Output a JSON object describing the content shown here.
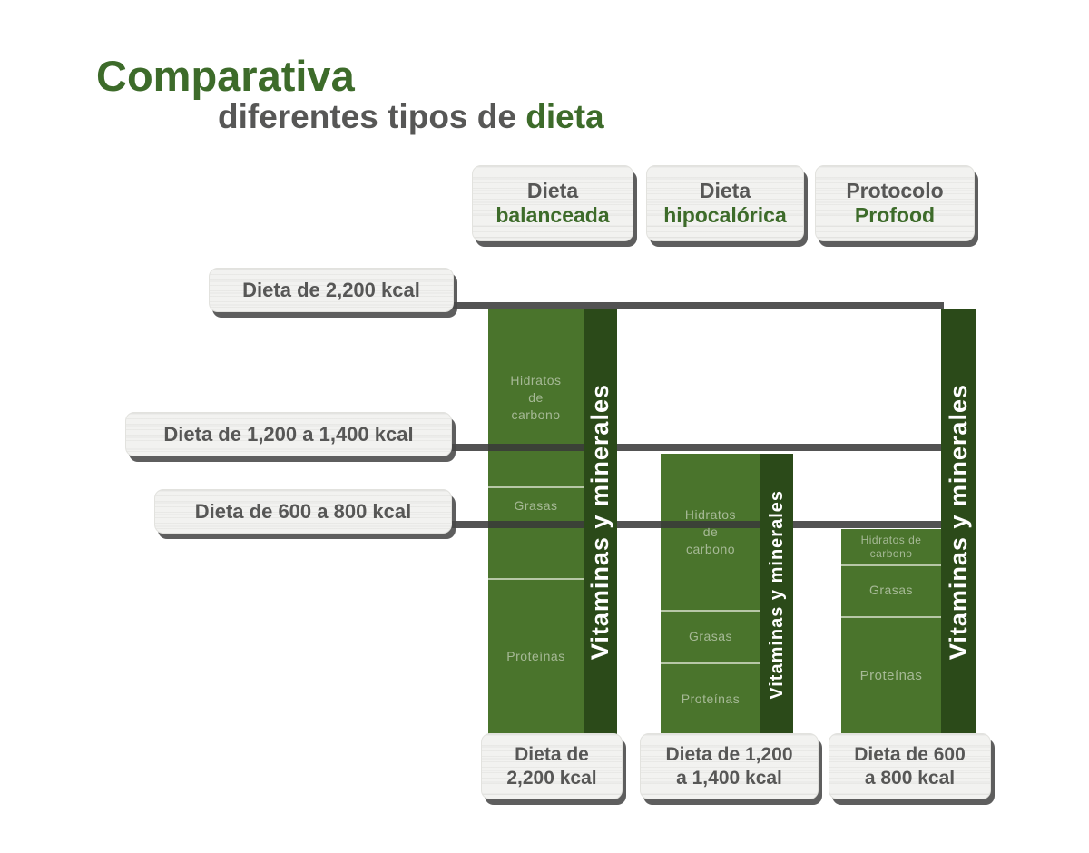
{
  "title": {
    "main": "Comparativa",
    "subtitle_prefix": "diferentes tipos de ",
    "subtitle_accent": "dieta"
  },
  "header_boxes": [
    {
      "line1": "Dieta",
      "line2": "balanceada"
    },
    {
      "line1": "Dieta",
      "line2": "hipocalórica"
    },
    {
      "line1": "Protocolo",
      "line2": "Profood"
    }
  ],
  "kcal_labels": [
    "Dieta de 2,200 kcal",
    "Dieta de 1,200 a 1,400 kcal",
    "Dieta de 600 a 800 kcal"
  ],
  "bars": [
    {
      "name": "Dieta balanceada",
      "vitamins_label": "Vitaminas y minerales",
      "segments": [
        {
          "label": "Hidratos\nde\ncarbono"
        },
        {
          "label": "Grasas"
        },
        {
          "label": "Proteínas"
        }
      ]
    },
    {
      "name": "Dieta hipocalórica",
      "vitamins_label": "Vitaminas y minerales",
      "segments": [
        {
          "label": "Hidratos\nde\ncarbono"
        },
        {
          "label": "Grasas"
        },
        {
          "label": "Proteínas"
        }
      ]
    },
    {
      "name": "Protocolo Profood",
      "vitamins_label": "Vitaminas y minerales",
      "segments": [
        {
          "label": "Hidratos de\ncarbono"
        },
        {
          "label": "Grasas"
        },
        {
          "label": "Proteínas"
        }
      ]
    }
  ],
  "bottom_labels": [
    "Dieta de\n2,200 kcal",
    "Dieta de 1,200\na 1,400 kcal",
    "Dieta de 600\na 800 kcal"
  ],
  "colors": {
    "accent_green": "#3D6B2A",
    "bar_light_green": "#4A742C",
    "bar_dark_green": "#2B4A19",
    "text_gray": "#575756",
    "connector_gray": "#4D4D4D",
    "section_label": "#A6B996"
  },
  "chart_data": {
    "type": "bar",
    "subtype": "stacked-comparison-infographic",
    "title": "Comparativa diferentes tipos de dieta",
    "categories": [
      "Dieta balanceada",
      "Dieta hipocalórica",
      "Protocolo Profood"
    ],
    "kcal_reference_lines": [
      "Dieta de 2,200 kcal",
      "Dieta de 1,200 a 1,400 kcal",
      "Dieta de 600 a 800 kcal"
    ],
    "legend_position": "none",
    "grid": false,
    "series": [
      {
        "category": "Dieta balanceada",
        "total_kcal_label": "Dieta de 2,200 kcal",
        "segments": [
          {
            "name": "Hidratos de carbono",
            "fraction": 0.42
          },
          {
            "name": "Grasas",
            "fraction": 0.21
          },
          {
            "name": "Proteínas",
            "fraction": 0.37
          }
        ],
        "side_band": "Vitaminas y minerales"
      },
      {
        "category": "Dieta hipocalórica",
        "total_kcal_label": "Dieta de 1,200 a 1,400 kcal",
        "segments": [
          {
            "name": "Hidratos de carbono",
            "fraction": 0.55
          },
          {
            "name": "Grasas",
            "fraction": 0.19
          },
          {
            "name": "Proteínas",
            "fraction": 0.26
          }
        ],
        "side_band": "Vitaminas y minerales"
      },
      {
        "category": "Protocolo Profood",
        "total_kcal_label": "Dieta de 600 a 800 kcal",
        "segments": [
          {
            "name": "Hidratos de carbono",
            "fraction": 0.17
          },
          {
            "name": "Grasas",
            "fraction": 0.25
          },
          {
            "name": "Proteínas",
            "fraction": 0.58
          }
        ],
        "side_band": "Vitaminas y minerales"
      }
    ]
  }
}
